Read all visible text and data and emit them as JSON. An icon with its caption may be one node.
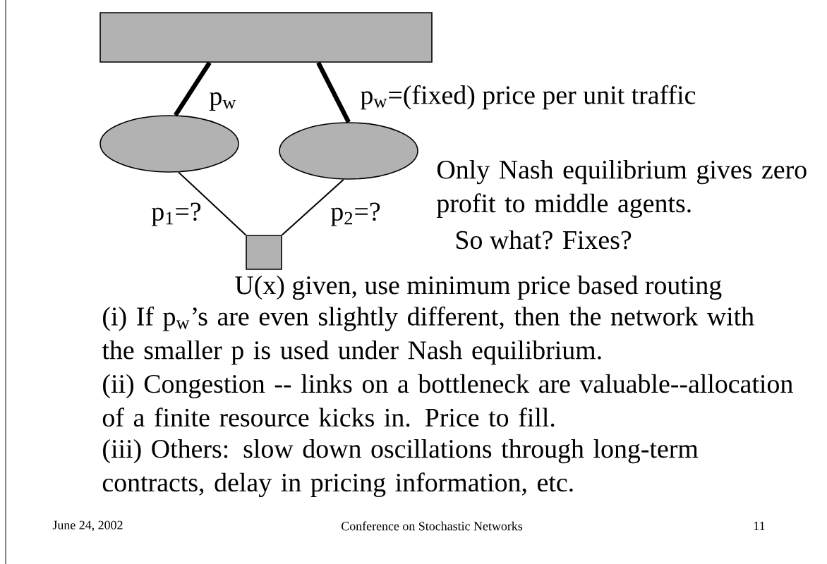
{
  "diagram": {
    "nodes": [
      {
        "text": [],
        "shape": "box"
      },
      {
        "text": [],
        "shape": "ellipse"
      },
      {
        "text": [],
        "shape": "ellipse"
      },
      {
        "text": [],
        "shape": "box",
        "beside": [
          "U(x) given, use minimum price based routing"
        ]
      }
    ],
    "edges": [
      {
        "from": 0,
        "to": 1,
        "arrow": "none",
        "style": "thick",
        "label": "p$_{w}$"
      },
      {
        "from": 0,
        "to": 2,
        "arrow": "none",
        "style": "thick",
        "label": "p$_{w}$=(fixed) price per unit traffic"
      },
      {
        "from": 1,
        "to": 3,
        "arrow": "none",
        "label": "p$_{1}$=?"
      },
      {
        "from": 2,
        "to": 3,
        "arrow": "none",
        "label": "p$_{2}$=?"
      }
    ],
    "labels": [
      "Only Nash equilibrium gives zero profit to middle agents.",
      "So what?  Fixes?",
      "(i) If p$_{w}$’s are even slightly different, then the network with the smaller p is used under Nash equilibrium.",
      "(ii) Congestion -- links on a bottleneck are valuable--allocation of a finite resource kicks in.  Price to fill.",
      "(iii)  Others: slow down oscillations through long-term contracts, delay in pricing information, etc.",
      "June 24, 2002",
      "Conference on Stochastic Networks",
      "11"
    ]
  }
}
